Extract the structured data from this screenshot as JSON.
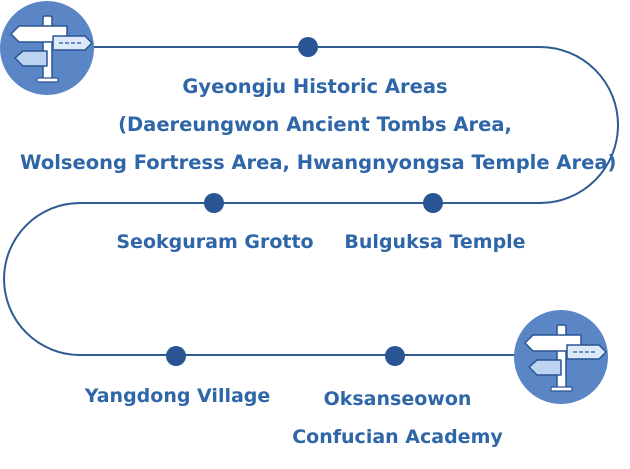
{
  "stops": {
    "gyeongju": {
      "lines": [
        "Gyeongju Historic Areas",
        "(Daereungwon Ancient Tombs Area,",
        "Wolseong Fortress Area, Hwangnyongsa Temple Area)"
      ]
    },
    "seokguram": {
      "label": "Seokguram Grotto"
    },
    "bulguksa": {
      "label": "Bulguksa Temple"
    },
    "yangdong": {
      "label": "Yangdong Village"
    },
    "oksanseowon": {
      "lines": [
        "Oksanseowon",
        "Confucian Academy"
      ]
    }
  },
  "colors": {
    "route": "#2f5b93",
    "dot": "#2a5594",
    "text": "#2f66a8",
    "signpost_circle": "#5b86c5",
    "signpost_sign": "#ffffff"
  },
  "icons": {
    "start": "signpost-icon",
    "end": "signpost-icon"
  }
}
